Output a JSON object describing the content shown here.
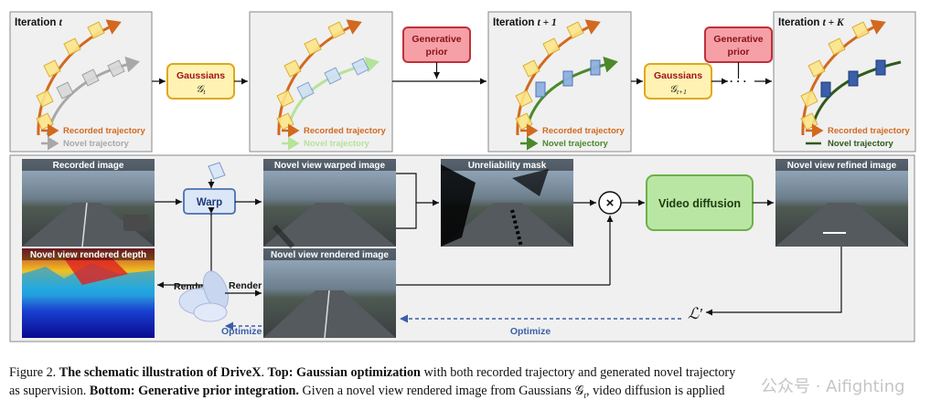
{
  "top": {
    "panels": [
      {
        "title_pre": "Iteration ",
        "title_var": "t",
        "legend": [
          "Recorded trajectory",
          "Novel trajectory"
        ]
      },
      {
        "legend": [
          "Recorded trajectory",
          "Novel trajectory"
        ]
      },
      {
        "title_pre": "Iteration ",
        "title_var": "t + 1",
        "legend": [
          "Recorded trajectory",
          "Novel trajectory"
        ]
      },
      {
        "title_pre": "Iteration ",
        "title_var": "t + K",
        "legend": [
          "Recorded trajectory",
          "Novel trajectory"
        ]
      }
    ],
    "gaussians_1": {
      "label": "Gaussians",
      "sub": "𝒢",
      "sub_idx": "t"
    },
    "gaussians_2": {
      "label": "Gaussians",
      "sub": "𝒢",
      "sub_idx": "t+1"
    },
    "prior_1": {
      "line1": "Generative",
      "line2": "prior"
    },
    "prior_2": {
      "line1": "Generative",
      "line2": "prior"
    },
    "ellipsis": "· · ·"
  },
  "bottom": {
    "recorded_image": "Recorded image",
    "warp": "Warp",
    "warped_image": "Novel view warped image",
    "unreliability_mask": "Unreliability mask",
    "multiply": "×",
    "video_diffusion": "Video diffusion",
    "refined_image": "Novel view refined image",
    "rendered_depth": "Novel view rendered depth",
    "rendered_image": "Novel view rendered image",
    "render_left": "Render",
    "render_right": "Render",
    "optimize_left": "Optimize",
    "optimize_right": "Optimize",
    "loss": "ℒ′"
  },
  "caption": {
    "l1_a": "Figure 2. ",
    "l1_b": "The schematic illustration of DriveX",
    "l1_c": ". ",
    "l1_d": "Top: Gaussian optimization",
    "l1_e": " with both recorded trajectory and generated novel trajectory",
    "l2_a": "as supervision. ",
    "l2_b": "Bottom: Generative prior integration.",
    "l2_c": " Given a novel view rendered image from Gaussians 𝒢",
    "l2_d": "t",
    "l2_e": ", video diffusion is applied"
  },
  "watermark": "公众号 · Aifighting",
  "colors": {
    "recorded": "#d2691e",
    "novel_gray": "#a8a8a8",
    "novel_green": "#4a8a2a",
    "gaussian_fill": "#fff2b3",
    "gaussian_border": "#e0a818",
    "prior_fill": "#f5a0a6",
    "prior_border": "#c0303a",
    "diffusion_fill": "#b9e7a3",
    "diffusion_border": "#6cb04a",
    "warp_fill": "#dbe6f7",
    "warp_border": "#4a6fb0",
    "panel_bg": "#f0f0f0",
    "dashed": "#3a5ea8"
  }
}
